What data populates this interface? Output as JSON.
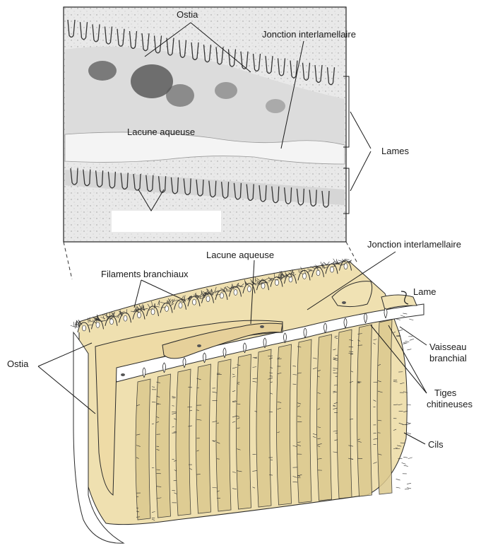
{
  "micrograph": {
    "labels": {
      "ostia": "Ostia",
      "junction": "Jonction interlamellaire",
      "water_lacuna": "Lacune aqueuse",
      "lamellae": "Lames"
    }
  },
  "drawing": {
    "labels": {
      "water_lacuna": "Lacune aqueuse",
      "junction": "Jonction interlamellaire",
      "gill_filaments": "Filaments branchiaux",
      "lamella": "Lame",
      "ostia": "Ostia",
      "branchial_vessel_line1": "Vaisseau",
      "branchial_vessel_line2": "branchial",
      "chitinous_rods_line1": "Tiges",
      "chitinous_rods_line2": "chitineuses",
      "cilia": "Cils"
    },
    "colors": {
      "tissue_fill": "#f0e2b4",
      "tissue_shade": "#dcc98e",
      "outline": "#2a2a2a"
    }
  }
}
